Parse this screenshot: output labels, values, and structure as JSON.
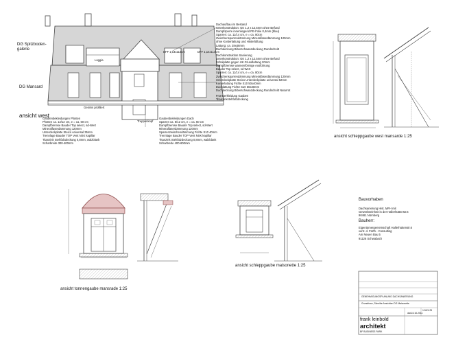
{
  "facade_labels": {
    "dg_spitz": [
      "DG Spitzboden-",
      "galerie"
    ],
    "dg_mansard": "DG Mansard",
    "loggia": "Loggia",
    "dff_left": "DFF 1,14x114cm",
    "dff_right": "DFF 1,14x114cm",
    "gesims": "Gesims profiliert",
    "treppenkopf": "Treppenkopf",
    "ansicht_west": "ansicht west"
  },
  "notes_bestand": [
    "Dachaufbau im Bestand",
    "Unterkonstruktion: GK 1,2 x 12,5mm ohne Befund",
    "Dampfsperre innenliegend PE-Folie 0,4mm (blau)",
    "Sparren: ca. 11/14 cm, e = ca. 80cm",
    "Zwischensparrendämmung Mineralfaserdämmung 120mm",
    "ohne Konterlattung und Hinterlüftung",
    "Lattung: ca. 28x48mm",
    "Dachdeckung Biberschwanzdeckung Rundschnitt"
  ],
  "notes_sanierung": [
    "Dachkonstruktion Sanierung",
    "Unterkonstruktion: GK 1,2 x 12,5mm ohne Befund",
    "Schalplatte gegen UK Grundlattung 20mm",
    "Dampfbremse wannenförmige Ausführung",
    "Bauder Top select, sd-Wert",
    "Sparren: ca. 11/14 cm, e = ca. 80cm",
    "Zwischensparrendämmung Mineralfaserdämmung 120mm",
    "Unterdeckplatte Steico Unterdeckplatte universal 52mm",
    "Konterlattung Fichte S10 50x40mm",
    "Dachlattung Fichte S10 50x30mm",
    "Dachdeckung Biberschwanzdeckung Rundschnitt Naturrot"
  ],
  "notes_front": [
    "Frontverkleidung Gauben",
    "Titanzinkstehfalzdeckung"
  ],
  "notes_pfosten": [
    "Gaubenbekleidungen Pfosten",
    "Pfosten ca. 12/12 cm, e = ca. 60 cm",
    "Dampfbremse Bauder Top select, sd-Wert",
    "Mineralfaserdämmung 120mm",
    "Unterdeckplatte Steico universal 35mm",
    "Trennlage Bauder TOP Vent NSK kapillar",
    "Titanzink Stehfalzdeckung 0,8mm, walzblank",
    "Scharbreite 300-400mm"
  ],
  "notes_dach": [
    "Gaubenbekleidungen Dach",
    "Sparren ca. 8/12 cm, e = ca. 60 cm",
    "Dampfbremse Bauder Top select, sd-Wert",
    "Mineralfaserdämmung 120mm",
    "Sparrenzwischendämmung Fichte S10 40mm",
    "Trennlage Bauder TOP Vent NSK kapillar",
    "Titanzink Stehfalzdeckung 0,8mm, walzblank",
    "Scharbreite 400-600mm"
  ],
  "captions": {
    "schlepp_west": "ansicht schleppgaube west mansarde 1:25",
    "tonnen": "ansicht tonnengaube mansrade 1:25",
    "schlepp_maisonette": "ansicht schleppgaube maisonette 1:25"
  },
  "bauvorhaben": {
    "label": "Bauvorhaben",
    "lines": [
      "Dachsanierung Hist. MFH mit",
      "Gewerbeeinheit in der Hallerhüttenstr.6",
      "90461 Nürnberg"
    ]
  },
  "bauherr": {
    "label": "Bauherr:",
    "lines": [
      "Eigentümergemeinschaft Hallerhüttenstr.6",
      "vertr. d. Fürth - Consulting",
      "Am Neuen Bau 5",
      "91126 Schwabach"
    ]
  },
  "title_block": {
    "doc_title": "GENEHMIGUNGSPLANUNG DACHSANIERUNG",
    "doc_sub": "Grundrisse, Schnitte Ansichten DG Maisonette",
    "scale": "1:50/1:25",
    "date": "dat.15.10.2011",
    "architect_name": "frank leinbold",
    "architect_role": "architekt",
    "firm": "BF BUSINESS PARK"
  },
  "colors": {
    "line": "#444444",
    "roof": "#8a8a8a",
    "pink": "#e7c2c2"
  }
}
